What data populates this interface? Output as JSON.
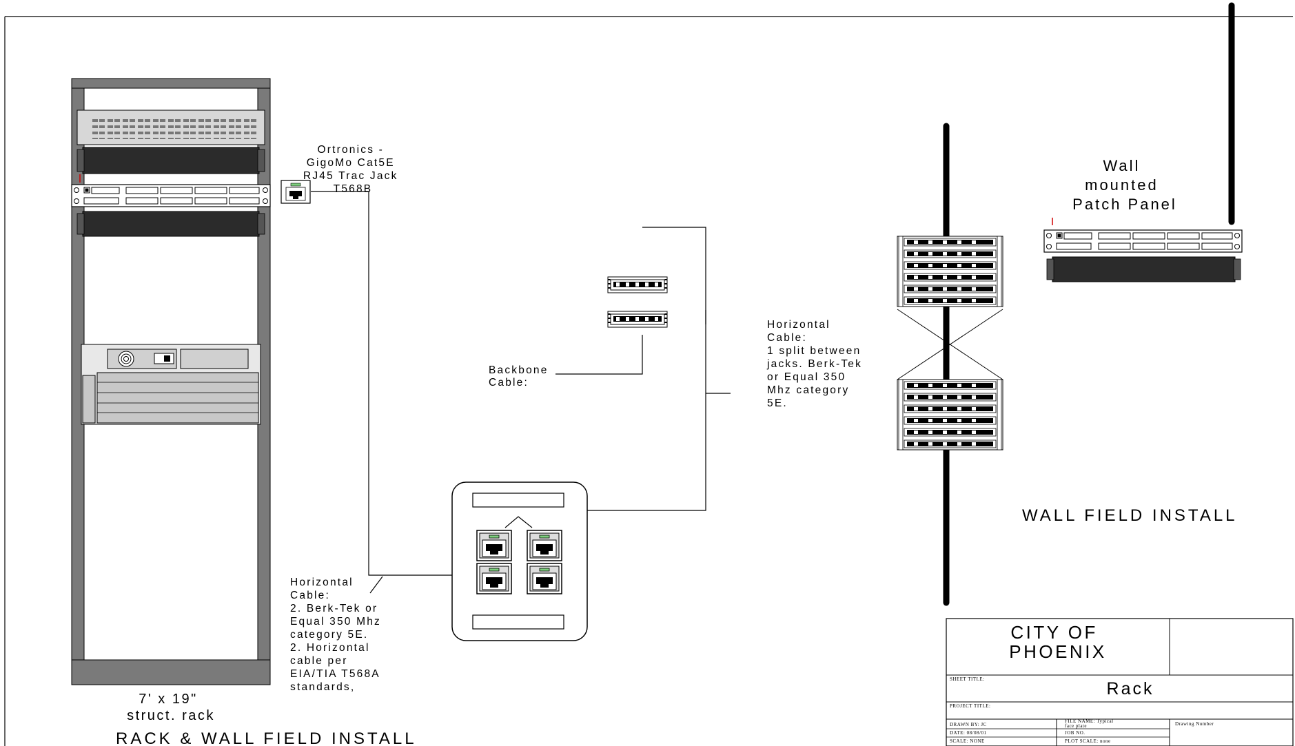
{
  "labels": {
    "ortronics": [
      "Ortronics -",
      "GigoMo Cat5E",
      "RJ45 Trac Jack",
      "T568B"
    ],
    "backbone": [
      "Backbone",
      "Cable:"
    ],
    "horiz_right": [
      "Horizontal",
      "Cable:",
      "1 split between",
      "jacks. Berk-Tek",
      "or Equal 350",
      "Mhz category",
      "5E."
    ],
    "horiz_left": [
      "Horizontal",
      "Cable:",
      "2. Berk-Tek or",
      "Equal 350 Mhz",
      "category 5E.",
      "2. Horizontal",
      "cable per",
      "EIA/TIA T568A",
      "standards,"
    ],
    "rack_size": [
      "7' x 19\"",
      "struct. rack"
    ],
    "wall_panel": [
      "Wall",
      "mounted",
      "Patch Panel"
    ],
    "wall_field_title": "WALL FIELD INSTALL",
    "rack_title": "RACK & WALL FIELD INSTALL"
  },
  "title_block": {
    "org": [
      "CITY OF",
      "PHOENIX"
    ],
    "sheet_title_label": "SHEET TITLE:",
    "sheet_title": "Rack",
    "project_title_label": "PROJECT TITLE:",
    "drawn_by": "DRAWN BY: JC",
    "date": "DATE: 08/08/01",
    "scale": "SCALE: NONE",
    "file_name": "FILE NAME: Typical",
    "file_name_2": "face plate",
    "job_no": "JOB NO.",
    "plot_scale": "PLOT SCALE: none",
    "drawing_number": "Drawing Number"
  }
}
